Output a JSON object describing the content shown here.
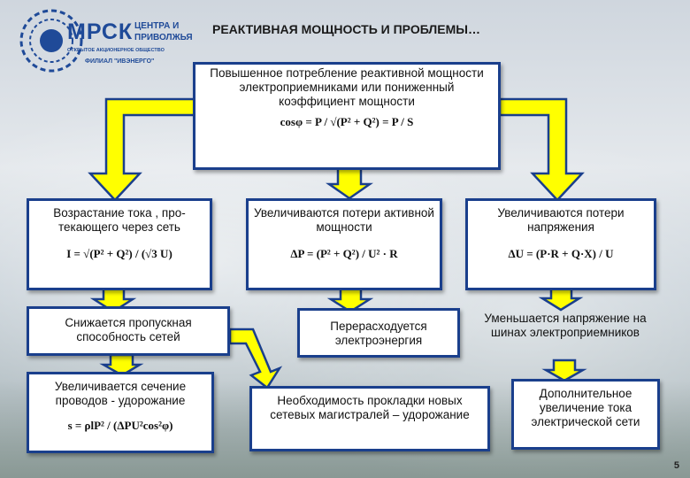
{
  "logo": {
    "brand": "МРСК",
    "line1": "ЦЕНТРА И",
    "line2": "ПРИВОЛЖЬЯ",
    "tagline": "ОТКРЫТОЕ АКЦИОНЕРНОЕ ОБЩЕСТВО",
    "branch": "ФИЛИАЛ \"ИВЭНЕРГО\""
  },
  "title": "РЕАКТИВНАЯ МОЩНОСТЬ И ПРОБЛЕМЫ…",
  "top_box": {
    "text": "Повышенное потребление реактивной мощности электроприемниками или пониженный коэффициент мощности",
    "formula": "cosφ = P / √(P² + Q²) = P / S"
  },
  "row1": {
    "left": {
      "text": "Возрастание тока , про- текающего через сеть",
      "formula": "I = √(P² + Q²) / (√3 U)"
    },
    "center": {
      "text": "Увеличиваются потери активной мощности",
      "formula": "ΔP = (P² + Q²) / U² · R"
    },
    "right": {
      "text": "Увеличиваются потери напряжения",
      "formula": "ΔU = (P·R + Q·X) / U"
    }
  },
  "row2": {
    "left": "Снижается пропускная способность сетей",
    "center": "Перерасходуется электроэнергия",
    "right": "Уменьшается напряжение на шинах электроприемников"
  },
  "row3": {
    "left": {
      "text": "Увеличивается сечение проводов - удорожание",
      "formula": "s = ρlP² / (ΔPU²cos²φ)"
    },
    "center": "Необходимость прокладки новых сетевых магистралей – удорожание",
    "right": "Дополнительное увеличение тока электрической сети"
  },
  "page_number": "5",
  "colors": {
    "arrow_fill": "#ffff00",
    "arrow_stroke": "#1a3f8c",
    "box_border": "#1a3f8c"
  }
}
